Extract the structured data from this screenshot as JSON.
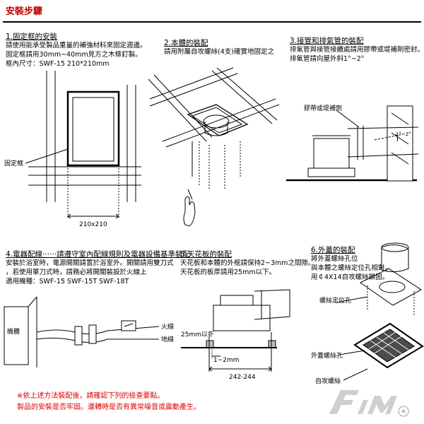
{
  "title": "安裝步驟",
  "steps": [
    {
      "heading": "1.固定框的安裝",
      "lines": [
        "請使用能承受製品重量的補強材料來固定週邊。",
        "固定框請用30mm~40mm見方之木條釘製。",
        "框內尺寸：SWF-15  210*210mm"
      ],
      "labels": {
        "frame": "固定框",
        "dim": "210x210"
      }
    },
    {
      "heading": "2.本體的裝配",
      "lines": [
        "請用附屬自攻螺絲(4支)確實地固定之"
      ]
    },
    {
      "heading": "3.接管和排氣管的裝配",
      "lines": [
        "排氣管與接管接續處請用膠帶或堤補劑密封。",
        "排氣管請向屋外斜1°~2°"
      ],
      "labels": {
        "tape": "膠帶或堤補劑",
        "angle": "1°~2°"
      }
    },
    {
      "heading": "4.電器配線‧‧‧‧‧‧請遵守室內配線規則及電器設備基準裝配",
      "lines": [
        "安裝於浴室時，電源開關請置於浴室外。開關請用雙刀式",
        "，若使用單刀式時，請務必將開關裝設於火線上",
        "適用機種：SWF-15  SWF-15T  SWF-18T"
      ],
      "labels": {
        "body": "機體",
        "live": "火線",
        "ground": "地線"
      }
    },
    {
      "heading": "5.天花板的裝配",
      "lines": [
        "天花板和本體的外框請保持2~3mm之間隙。",
        "天花板的板厚請用25mm以下。"
      ],
      "labels": {
        "thickness": "25mm以下",
        "gap": "1~2mm",
        "width": "242-244"
      }
    },
    {
      "heading": "6.外蓋的裝配",
      "lines": [
        "將外蓋螺絲孔位",
        "與本體之螺絲定位孔相對，",
        "用￠4X14自攻螺絲鎖固。"
      ],
      "labels": {
        "locator": "螺絲定位孔",
        "cover_hole": "外蓋螺絲孔",
        "screw": "自攻螺絲"
      }
    }
  ],
  "notes": [
    "※依上述方法裝配後，請確認下列的檢查要點。",
    "製品的安裝是否牢固。運轉時是否有異常噪音或震動產生。"
  ]
}
